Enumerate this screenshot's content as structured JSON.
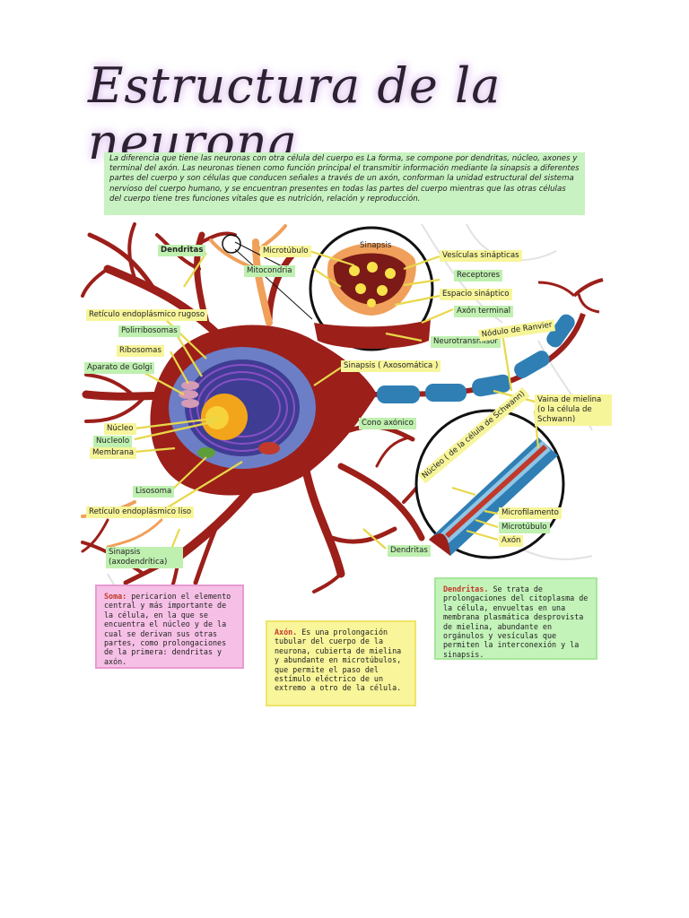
{
  "title": "Estructura de la neurona",
  "intro": "La diferencia que tiene las neuronas con otra célula del cuerpo es La forma, se compone por dendritas, núcleo, axones y terminal del axón. Las neuronas tienen como función principal el transmitir información mediante la sinapsis a diferentes partes del cuerpo y son células que conducen señales a través de un axón, conforman la unidad estructural del sistema nervioso del cuerpo humano, y se encuentran presentes en todas las partes del cuerpo mientras que las otras células del cuerpo tiene tres funciones vitales que es nutrición, relación y reproducción.",
  "labels": {
    "dendritas_top": "Dendritas",
    "microtubulo": "Microtúbulo",
    "sinapsis_inset": "Sinapsis",
    "label_mitocondria_top": "Mitocondria",
    "vesiculas": "Vesículas sinápticas",
    "label_receptores": "Receptores",
    "espacio": "Espacio sináptico",
    "axon_terminal": "Axón terminal",
    "ret_rugoso": "Retículo endoplásmico rugoso",
    "polirribosomas": "Polirribosomas",
    "ribosomas": "Ribosomas",
    "golgi": "Aparato de Golgi",
    "nucleo": "Núcleo",
    "nucleolo": "Nucleolo",
    "membrana": "Membrana",
    "label_lisosoma": "Lisosoma",
    "ret_liso": "Retículo endoplásmico liso",
    "sinapsis_axo": "Sinapsis ( Axosomática )",
    "label_neurotransmisor": "Neurotransmisor",
    "nodulo": "Nódulo de Ranvier",
    "cono": "Cono axónico",
    "vaina": "Vaina de mielina (o la célula de Schwann)",
    "nucleo_schwann": "Núcleo ( de la célula de Schwann)",
    "microfilamento": "Microfilamento",
    "microtubulo_axon": "Microtúbulo",
    "axon_lbl": "Axón",
    "dendritas_bottom": "Dendritas",
    "sinapsis_axodendritica": "Sinapsis (axodendrítica)"
  },
  "boxes": {
    "soma_head": "Soma:",
    "soma_text": " pericarion el elemento central y más importante de la célula, en la que se encuentra el núcleo y de la cual se derivan sus otras partes, como prolongaciones de la primera: dendritas y axón.",
    "axon_head": "Axón.",
    "axon_text": " Es una prolongación tubular del cuerpo de la neurona, cubierta de mielina y abundante en microtúbulos, que permite el paso del estímulo eléctrico de un extremo a otro de la célula.",
    "dend_head": "Dendritas.",
    "dend_text": " Se trata de prolongaciones del citoplasma de la célula, envueltas en una membrana plasmática desprovista de mielina, abundante en orgánulos y vesículas que permiten la interconexión y la sinapsis."
  },
  "colors": {
    "neuron_body": "#9c1f1a",
    "axon_blue": "#2f7fb5",
    "nucleus": "#f2a51a",
    "cytoplasm": "#3f4ea0",
    "label_green": "#bff0b0",
    "label_yellow": "#f7f59a"
  }
}
